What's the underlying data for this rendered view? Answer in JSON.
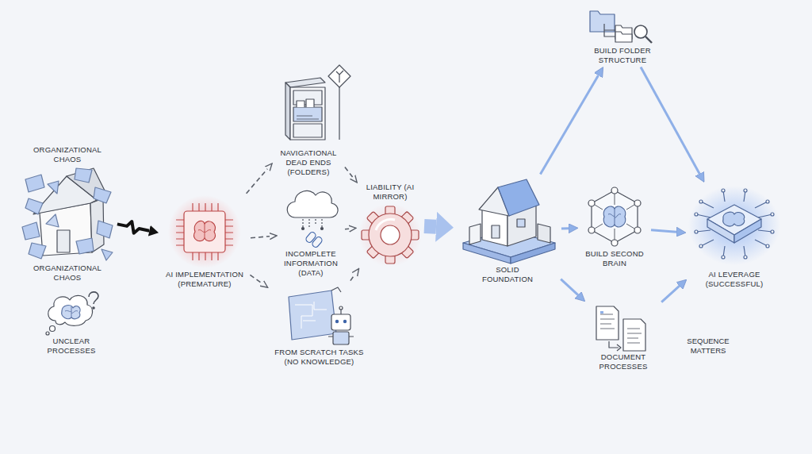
{
  "diagram": {
    "nodes": [
      {
        "text": [
          "ORGANIZATIONAL CHAOS",
          "ORGANIZATIONAL CHAOS"
        ]
      },
      {
        "text": [
          "UNCLEAR PROCESSES"
        ]
      },
      {
        "text": [
          "AI IMPLEMENTATION (PREMATURE)"
        ]
      },
      {
        "text": [
          "NAVIGATIONAL DEAD ENDS (FOLDERS)"
        ]
      },
      {
        "text": [
          "INCOMPLETE INFORMATION (DATA)"
        ]
      },
      {
        "text": [
          "FROM SCRATCH TASKS (NO KNOWLEDGE)"
        ]
      },
      {
        "text": [
          "LIABILITY (AI MIRROR)"
        ]
      },
      {
        "text": [
          "SOLID FOUNDATION"
        ]
      },
      {
        "text": [
          "BUILD FOLDER STRUCTURE"
        ]
      },
      {
        "text": [
          "BUILD SECOND BRAIN"
        ]
      },
      {
        "text": [
          "DOCUMENT PROCESSES"
        ]
      },
      {
        "text": [
          "AI LEVERAGE (SUCCESSFUL)"
        ]
      }
    ],
    "edges": [
      {
        "from": 0,
        "to": 2,
        "arrow": "to"
      },
      {
        "from": 2,
        "to": 3,
        "arrow": "to"
      },
      {
        "from": 2,
        "to": 4,
        "arrow": "to"
      },
      {
        "from": 2,
        "to": 5,
        "arrow": "to"
      },
      {
        "from": 3,
        "to": 6,
        "arrow": "to"
      },
      {
        "from": 4,
        "to": 6,
        "arrow": "to"
      },
      {
        "from": 5,
        "to": 6,
        "arrow": "to"
      },
      {
        "from": 6,
        "to": 7,
        "arrow": "to"
      },
      {
        "from": 7,
        "to": 8,
        "arrow": "to"
      },
      {
        "from": 7,
        "to": 9,
        "arrow": "to"
      },
      {
        "from": 7,
        "to": 10,
        "arrow": "to"
      },
      {
        "from": 8,
        "to": 11,
        "arrow": "to"
      },
      {
        "from": 9,
        "to": 11,
        "arrow": "to"
      },
      {
        "from": 10,
        "to": 11,
        "arrow": "to"
      }
    ],
    "labels": [
      "SEQUENCE MATTERS"
    ]
  }
}
